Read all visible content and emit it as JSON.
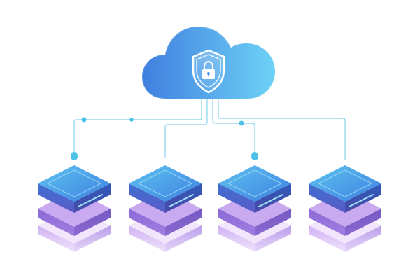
{
  "illustration": {
    "cloud": {
      "icon": "shield-lock-icon",
      "gradient": [
        "#3f7fe0",
        "#67c9f4"
      ]
    },
    "connector_color": "#8fd3ee",
    "connector_dot_color": "#4ec1e8",
    "servers": [
      {
        "name": "server-1",
        "icon": "server-stack-icon"
      },
      {
        "name": "server-2",
        "icon": "server-stack-icon"
      },
      {
        "name": "server-3",
        "icon": "server-stack-icon"
      },
      {
        "name": "server-4",
        "icon": "server-stack-icon"
      }
    ],
    "colors": {
      "server_top": [
        "#4a8fe6",
        "#5fc4f0"
      ],
      "server_layers": [
        "#8a72d8",
        "#b48fe6",
        "#cfb2f0"
      ]
    }
  }
}
